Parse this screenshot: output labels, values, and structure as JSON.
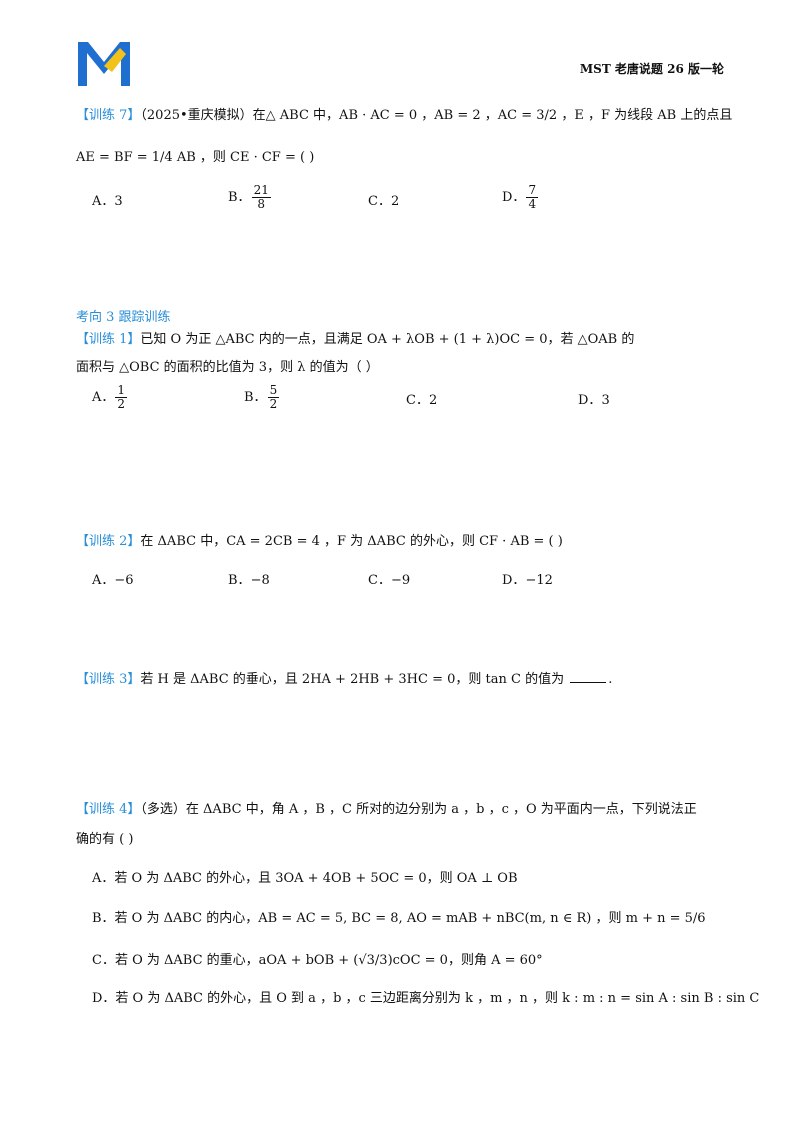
{
  "header": {
    "logo_text": "M",
    "right_text": "MST 老唐说题 26 版一轮"
  },
  "colors": {
    "accent": "#2a8fd8",
    "logo_blue": "#1e6fd0",
    "logo_yellow": "#f2c21b"
  },
  "q7": {
    "tag": "【训练 7】",
    "line1": "（2025•重庆模拟）在△ ABC 中，AB · AC = 0 ，AB = 2 ，AC = 3/2 ，E ，F 为线段 AB 上的点且",
    "line2": "AE = BF = 1/4 AB ，则 CE · CF = (      )",
    "options": [
      {
        "label": "A．",
        "value": "3"
      },
      {
        "label": "B．",
        "value": "21/8",
        "num": "21",
        "den": "8"
      },
      {
        "label": "C．",
        "value": "2"
      },
      {
        "label": "D．",
        "value": "7/4",
        "num": "7",
        "den": "4"
      }
    ]
  },
  "section3": {
    "title": "考向 3  跟踪训练"
  },
  "t1": {
    "tag": "【训练 1】",
    "line1": "已知 O 为正 △ABC 内的一点，且满足 OA + λOB + (1 + λ)OC = 0，若 △OAB 的",
    "line2": "面积与 △OBC 的面积的比值为 3，则 λ 的值为（      ）",
    "options": [
      {
        "label": "A．",
        "value": "1/2",
        "num": "1",
        "den": "2"
      },
      {
        "label": "B．",
        "value": "5/2",
        "num": "5",
        "den": "2"
      },
      {
        "label": "C．",
        "value": "2"
      },
      {
        "label": "D．",
        "value": "3"
      }
    ]
  },
  "t2": {
    "tag": "【训练 2】",
    "line1": "在 ΔABC 中，CA = 2CB = 4 ，F 为 ΔABC 的外心，则 CF · AB = (      )",
    "options": [
      {
        "label": "A．",
        "value": "−6"
      },
      {
        "label": "B．",
        "value": "−8"
      },
      {
        "label": "C．",
        "value": "−9"
      },
      {
        "label": "D．",
        "value": "−12"
      }
    ]
  },
  "t3": {
    "tag": "【训练 3】",
    "line1": "若 H 是 ΔABC 的垂心，且 2HA + 2HB + 3HC = 0，则 tan C 的值为",
    "tail": "."
  },
  "t4": {
    "tag": "【训练 4】",
    "line1": "（多选）在 ΔABC 中，角 A ，B ，C 所对的边分别为 a ，b ，c ，O 为平面内一点，下列说法正",
    "line2": "确的有 (      )",
    "options": [
      "A．若 O 为 ΔABC 的外心，且 3OA + 4OB + 5OC = 0，则 OA ⊥ OB",
      "B．若 O 为 ΔABC 的内心，AB = AC = 5, BC = 8, AO = mAB + nBC(m, n ∈ R) ，则 m + n = 5/6",
      "C．若 O 为 ΔABC 的重心，aOA + bOB + (√3/3)cOC = 0，则角 A = 60°",
      "D．若 O 为 ΔABC 的外心，且 O 到 a ，b ，c 三边距离分别为 k ，m ，n ，则 k : m : n = sin A : sin B : sin C"
    ]
  }
}
